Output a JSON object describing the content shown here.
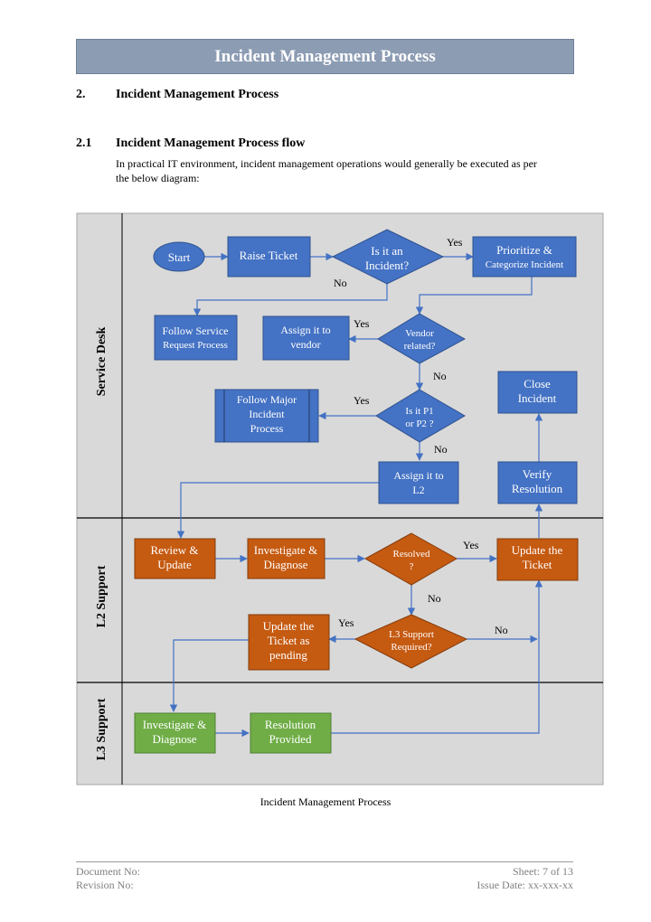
{
  "header": {
    "title": "Incident Management Process"
  },
  "section": {
    "number": "2.",
    "title": "Incident Management Process"
  },
  "subsection": {
    "number": "2.1",
    "title": "Incident Management Process flow",
    "text_line1": "In practical IT environment, incident management operations would generally be executed as per",
    "text_line2": "the below diagram:"
  },
  "diagram": {
    "lanes": [
      "Service Desk",
      "L2 Support",
      "L3 Support"
    ],
    "nodes": {
      "start": "Start",
      "raise_ticket": "Raise Ticket",
      "is_incident": [
        "Is it an",
        "Incident?"
      ],
      "prioritize": [
        "Prioritize &",
        "Categorize Incident"
      ],
      "follow_service": [
        "Follow Service",
        "Request Process"
      ],
      "assign_vendor": [
        "Assign it to",
        "vendor"
      ],
      "vendor_related": [
        "Vendor",
        "related?"
      ],
      "follow_major": [
        "Follow Major",
        "Incident",
        "Process"
      ],
      "is_p1p2": [
        "Is it P1",
        "or P2 ?"
      ],
      "assign_l2": [
        "Assign it to",
        "L2"
      ],
      "close_incident": [
        "Close",
        "Incident"
      ],
      "verify_resolution": [
        "Verify",
        "Resolution"
      ],
      "review_update": [
        "Review &",
        "Update"
      ],
      "investigate_l2": [
        "Investigate &",
        "Diagnose"
      ],
      "resolved": [
        "Resolved",
        "?"
      ],
      "update_ticket": [
        "Update the",
        "Ticket"
      ],
      "update_pending": [
        "Update the",
        "Ticket as",
        "pending"
      ],
      "l3_required": [
        "L3 Support",
        "Required?"
      ],
      "investigate_l3": [
        "Investigate &",
        "Diagnose"
      ],
      "resolution_provided": [
        "Resolution",
        "Provided"
      ]
    },
    "edge_labels": {
      "yes_incident": "Yes",
      "no_incident": "No",
      "yes_vendor": "Yes",
      "no_vendor": "No",
      "yes_p1": "Yes",
      "no_p1": "No",
      "yes_resolved": "Yes",
      "no_resolved": "No",
      "yes_l3": "Yes",
      "no_l3": "No"
    },
    "colors": {
      "blue": "#4472c4",
      "orange": "#c55a11",
      "green": "#70ad47",
      "lane_bg": "#d9d9d9",
      "arrow": "#4472c4"
    }
  },
  "caption": "Incident Management Process",
  "footer": {
    "document_no": "Document No:",
    "revision_no": "Revision No:",
    "sheet": "Sheet: 7 of 13",
    "issue_date": "Issue Date: xx-xxx-xx"
  }
}
